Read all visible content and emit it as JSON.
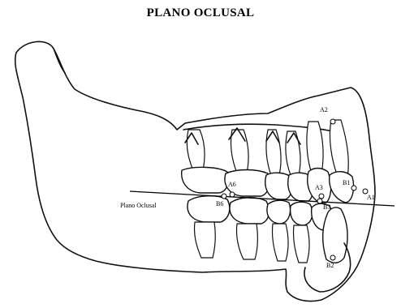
{
  "title": "PLANO OCLUSAL",
  "plane_label": "Plano Oclusal",
  "points": {
    "A2": "A2",
    "A6": "A6",
    "A3": "A3",
    "B1": "B1",
    "A1": "A1",
    "B6": "B6",
    "B3": "B3",
    "B2": "B2"
  }
}
